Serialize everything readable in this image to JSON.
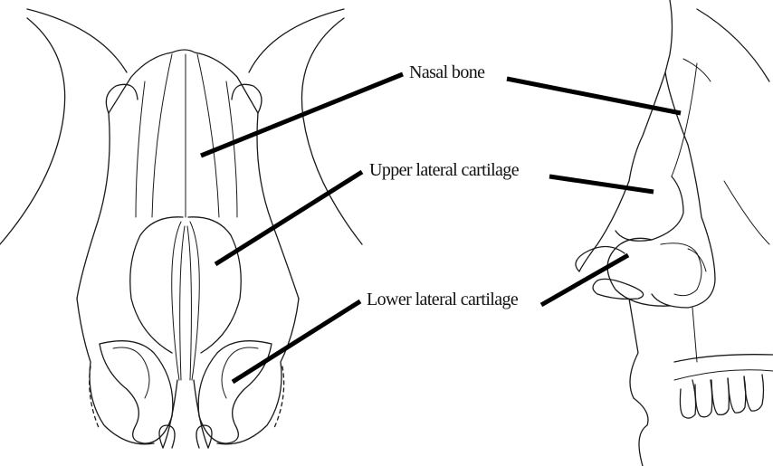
{
  "labels": {
    "nasal_bone": "Nasal bone",
    "upper_lateral_cartilage": "Upper lateral cartilage",
    "lower_lateral_cartilage": "Lower lateral cartilage"
  },
  "colors": {
    "ink": "#1a1a1a",
    "leader": "#000000",
    "background": "#ffffff"
  }
}
